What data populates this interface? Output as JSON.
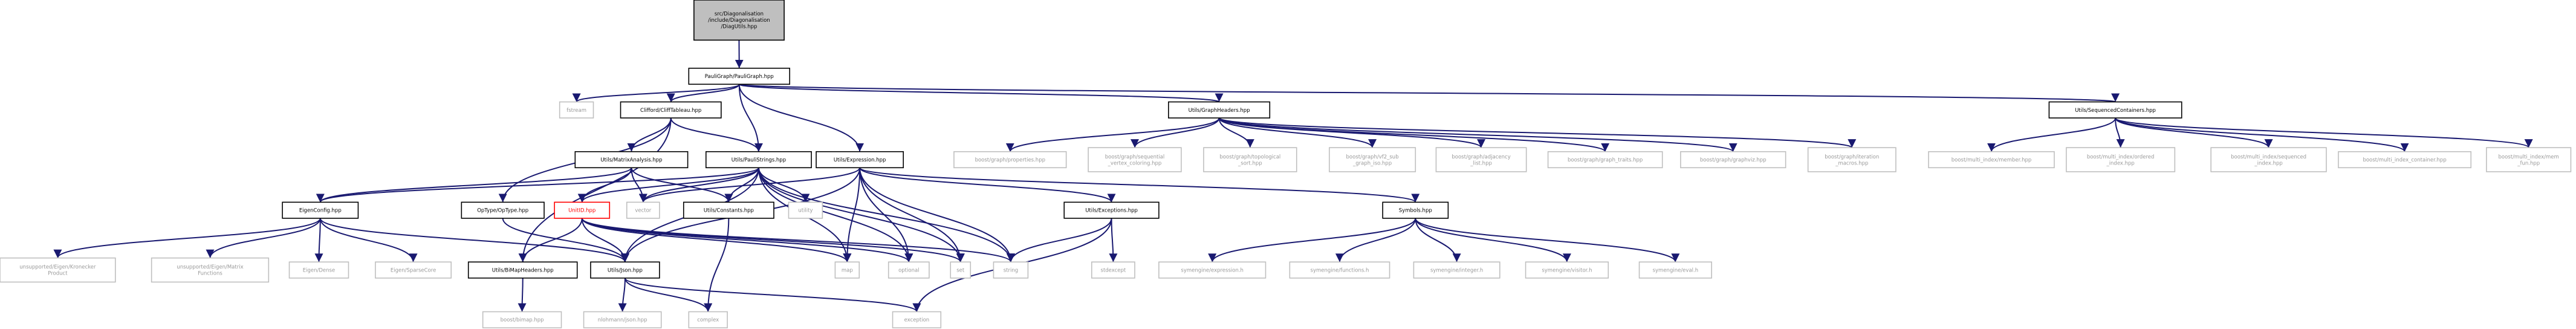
{
  "colors": {
    "background": "#ffffff",
    "edge": "#191970",
    "node_border": "#000000",
    "node_border_light": "#bfbfbf",
    "node_text": "#000000",
    "node_text_light": "#999999",
    "root_fill": "#bfbfbf",
    "red_text": "#ff0000",
    "red_border": "#ff0000"
  },
  "nodes": {
    "root": {
      "lines": [
        "src/Diagonalisation",
        "/include/Diagonalisation",
        "/DiagUtils.hpp"
      ]
    },
    "pauligraph": {
      "lines": [
        "PauliGraph/PauliGraph.hpp"
      ]
    },
    "fstream": {
      "lines": [
        "fstream"
      ]
    },
    "cliffordtableau": {
      "lines": [
        "Clifford/CliffTableau.hpp"
      ]
    },
    "graphheaders": {
      "lines": [
        "Utils/GraphHeaders.hpp"
      ]
    },
    "sequencedcontainers": {
      "lines": [
        "Utils/SequencedContainers.hpp"
      ]
    },
    "matrixanalysis": {
      "lines": [
        "Utils/MatrixAnalysis.hpp"
      ]
    },
    "paulistrings": {
      "lines": [
        "Utils/PauliStrings.hpp"
      ]
    },
    "expression": {
      "lines": [
        "Utils/Expression.hpp"
      ]
    },
    "bgl_properties": {
      "lines": [
        "boost/graph/properties.hpp"
      ]
    },
    "bgl_seqvc": {
      "lines": [
        "boost/graph/sequential",
        "_vertex_coloring.hpp"
      ]
    },
    "bgl_topo": {
      "lines": [
        "boost/graph/topological",
        "_sort.hpp"
      ]
    },
    "bgl_vf2": {
      "lines": [
        "boost/graph/vf2_sub",
        "_graph_iso.hpp"
      ]
    },
    "bgl_adj": {
      "lines": [
        "boost/graph/adjacency",
        "_list.hpp"
      ]
    },
    "bgl_traits": {
      "lines": [
        "boost/graph/graph_traits.hpp"
      ]
    },
    "bgl_graphviz": {
      "lines": [
        "boost/graph/graphviz.hpp"
      ]
    },
    "bgl_iter": {
      "lines": [
        "boost/graph/iteration",
        "_macros.hpp"
      ]
    },
    "mi_member": {
      "lines": [
        "boost/multi_index/member.hpp"
      ]
    },
    "mi_ordered": {
      "lines": [
        "boost/multi_index/ordered",
        "_index.hpp"
      ]
    },
    "mi_sequenced": {
      "lines": [
        "boost/multi_index/sequenced",
        "_index.hpp"
      ]
    },
    "mi_container": {
      "lines": [
        "boost/multi_index_container.hpp"
      ]
    },
    "mi_memfun": {
      "lines": [
        "boost/multi_index/mem",
        "_fun.hpp"
      ]
    },
    "eigenconfig": {
      "lines": [
        "EigenConfig.hpp"
      ]
    },
    "optype": {
      "lines": [
        "OpType/OpType.hpp"
      ]
    },
    "unitid": {
      "lines": [
        "UnitID.hpp"
      ]
    },
    "vector": {
      "lines": [
        "vector"
      ]
    },
    "constants": {
      "lines": [
        "Utils/Constants.hpp"
      ]
    },
    "utility": {
      "lines": [
        "utility"
      ]
    },
    "exceptions": {
      "lines": [
        "Utils/Exceptions.hpp"
      ]
    },
    "symbols": {
      "lines": [
        "Symbols.hpp"
      ]
    },
    "kronecker": {
      "lines": [
        "unsupported/Eigen/Kronecker",
        "Product"
      ]
    },
    "matrixfunctions": {
      "lines": [
        "unsupported/Eigen/Matrix",
        "Functions"
      ]
    },
    "eigendense": {
      "lines": [
        "Eigen/Dense"
      ]
    },
    "eigensparse": {
      "lines": [
        "Eigen/SparseCore"
      ]
    },
    "bimapheaders": {
      "lines": [
        "Utils/BiMapHeaders.hpp"
      ]
    },
    "json": {
      "lines": [
        "Utils/Json.hpp"
      ]
    },
    "map": {
      "lines": [
        "map"
      ]
    },
    "optional": {
      "lines": [
        "optional"
      ]
    },
    "set": {
      "lines": [
        "set"
      ]
    },
    "string": {
      "lines": [
        "string"
      ]
    },
    "stdexcept": {
      "lines": [
        "stdexcept"
      ]
    },
    "se_expression": {
      "lines": [
        "symengine/expression.h"
      ]
    },
    "se_functions": {
      "lines": [
        "symengine/functions.h"
      ]
    },
    "se_integer": {
      "lines": [
        "symengine/integer.h"
      ]
    },
    "se_visitor": {
      "lines": [
        "symengine/visitor.h"
      ]
    },
    "se_eval": {
      "lines": [
        "symengine/eval.h"
      ]
    },
    "boostbimap": {
      "lines": [
        "boost/bimap.hpp"
      ]
    },
    "nlohmann": {
      "lines": [
        "nlohmann/json.hpp"
      ]
    },
    "complex": {
      "lines": [
        "complex"
      ]
    },
    "exception": {
      "lines": [
        "exception"
      ]
    }
  }
}
